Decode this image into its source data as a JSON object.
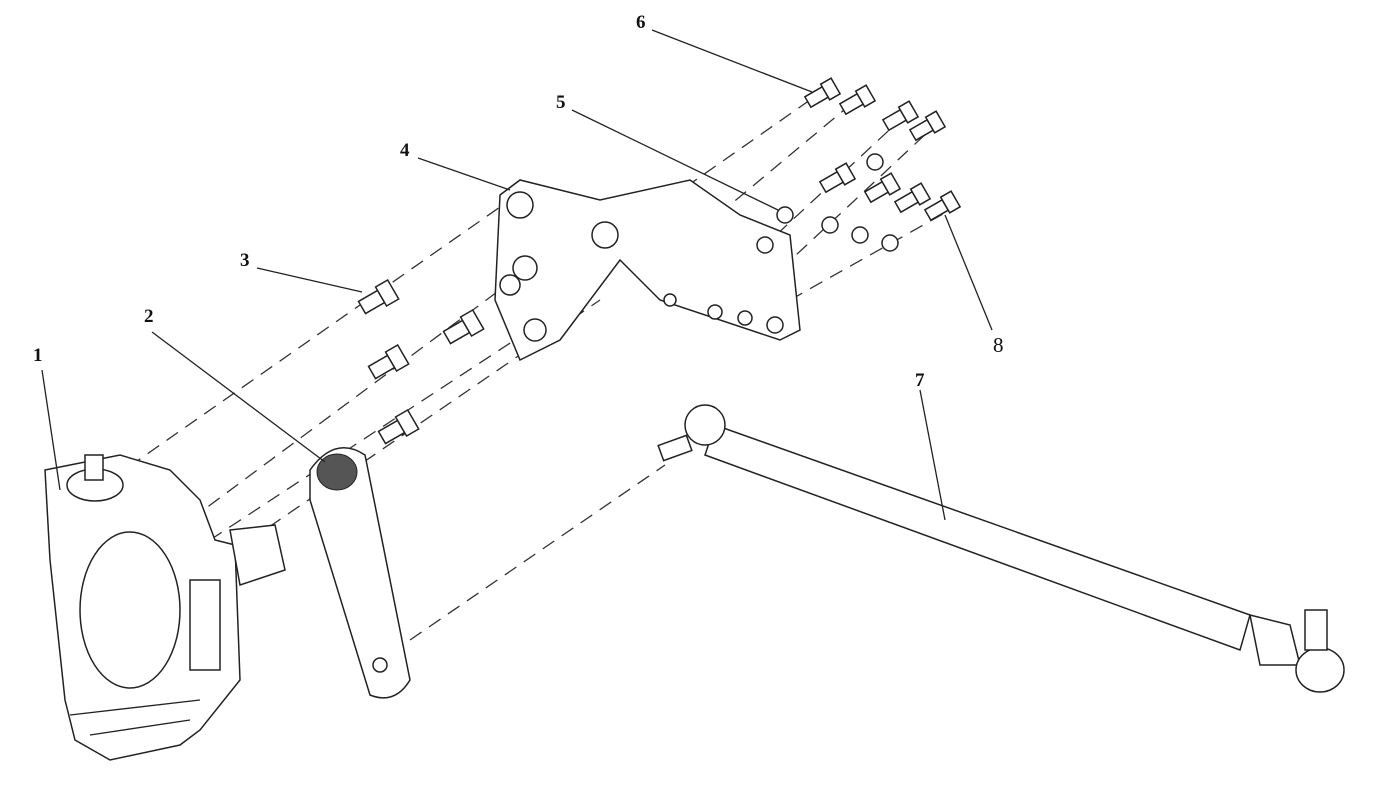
{
  "diagram": {
    "type": "exploded-parts-view",
    "callouts": [
      {
        "id": "1",
        "part": "steering-gear"
      },
      {
        "id": "2",
        "part": "pitman-arm"
      },
      {
        "id": "3",
        "part": "bolt"
      },
      {
        "id": "4",
        "part": "mounting-bracket"
      },
      {
        "id": "5",
        "part": "nut"
      },
      {
        "id": "6",
        "part": "bolt"
      },
      {
        "id": "7",
        "part": "drag-link"
      },
      {
        "id": "8",
        "part": "bolt"
      }
    ]
  }
}
